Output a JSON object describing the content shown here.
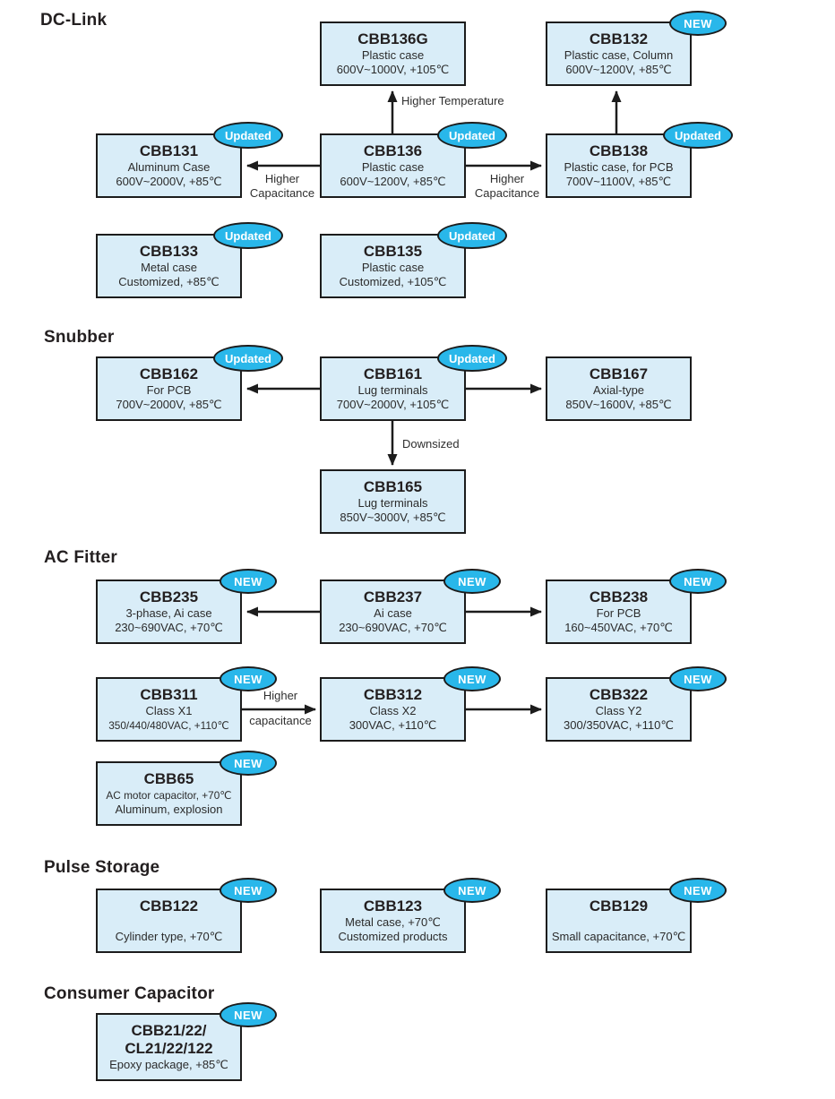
{
  "palette": {
    "box_fill": "#d9edf8",
    "box_border": "#1c1c1c",
    "badge_fill": "#29b7ea",
    "badge_text": "#ffffff",
    "text": "#231f20"
  },
  "sections": {
    "dc_link": "DC-Link",
    "snubber": "Snubber",
    "ac_fitter": "AC Fitter",
    "pulse_storage": "Pulse Storage",
    "consumer_capacitor": "Consumer Capacitor"
  },
  "labels": {
    "higher": "Higher",
    "capacitance": "Capacitance",
    "capacitance_lower": "capacitance",
    "higher_temperature": "Higher Temperature",
    "downsized": "Downsized"
  },
  "boxes": {
    "cbb136g": {
      "title": "CBB136G",
      "line1": "Plastic case",
      "line2": "600V~1000V, +105℃"
    },
    "cbb132": {
      "title": "CBB132",
      "line1": "Plastic case, Column",
      "line2": "600V~1200V, +85℃",
      "badge": "NEW"
    },
    "cbb131": {
      "title": "CBB131",
      "line1": "Aluminum Case",
      "line2": "600V~2000V, +85℃",
      "badge": "Updated"
    },
    "cbb136": {
      "title": "CBB136",
      "line1": "Plastic case",
      "line2": "600V~1200V, +85℃",
      "badge": "Updated"
    },
    "cbb138": {
      "title": "CBB138",
      "line1": "Plastic case, for PCB",
      "line2": "700V~1100V, +85℃",
      "badge": "Updated"
    },
    "cbb133": {
      "title": "CBB133",
      "line1": "Metal case",
      "line2": "Customized, +85℃",
      "badge": "Updated"
    },
    "cbb135": {
      "title": "CBB135",
      "line1": "Plastic case",
      "line2": "Customized, +105℃",
      "badge": "Updated"
    },
    "cbb162": {
      "title": "CBB162",
      "line1": "For PCB",
      "line2": "700V~2000V, +85℃",
      "badge": "Updated"
    },
    "cbb161": {
      "title": "CBB161",
      "line1": "Lug terminals",
      "line2": "700V~2000V, +105℃",
      "badge": "Updated"
    },
    "cbb167": {
      "title": "CBB167",
      "line1": "Axial-type",
      "line2": "850V~1600V, +85℃"
    },
    "cbb165": {
      "title": "CBB165",
      "line1": "Lug terminals",
      "line2": "850V~3000V, +85℃"
    },
    "cbb235": {
      "title": "CBB235",
      "line1": "3-phase, Ai case",
      "line2": "230~690VAC, +70℃",
      "badge": "NEW"
    },
    "cbb237": {
      "title": "CBB237",
      "line1": "Ai case",
      "line2": "230~690VAC, +70℃",
      "badge": "NEW"
    },
    "cbb238": {
      "title": "CBB238",
      "line1": "For PCB",
      "line2": "160~450VAC, +70℃",
      "badge": "NEW"
    },
    "cbb311": {
      "title": "CBB311",
      "line1": "Class X1",
      "line2": "350/440/480VAC, +110℃",
      "badge": "NEW"
    },
    "cbb312": {
      "title": "CBB312",
      "line1": "Class X2",
      "line2": "300VAC, +110℃",
      "badge": "NEW"
    },
    "cbb322": {
      "title": "CBB322",
      "line1": "Class Y2",
      "line2": "300/350VAC, +110℃",
      "badge": "NEW"
    },
    "cbb65": {
      "title": "CBB65",
      "line1": "AC motor capacitor, +70℃",
      "line2": "Aluminum, explosion",
      "badge": "NEW"
    },
    "cbb122": {
      "title": "CBB122",
      "line1": "",
      "line2": "Cylinder type, +70℃",
      "badge": "NEW"
    },
    "cbb123": {
      "title": "CBB123",
      "line1": "Metal case, +70℃",
      "line2": "Customized products",
      "badge": "NEW"
    },
    "cbb129": {
      "title": "CBB129",
      "line1": "",
      "line2": "Small capacitance, +70℃",
      "badge": "NEW"
    },
    "cbb2122": {
      "title": "CBB21/22/",
      "title2": "CL21/22/122",
      "line2": "Epoxy package, +85℃",
      "badge": "NEW"
    }
  }
}
